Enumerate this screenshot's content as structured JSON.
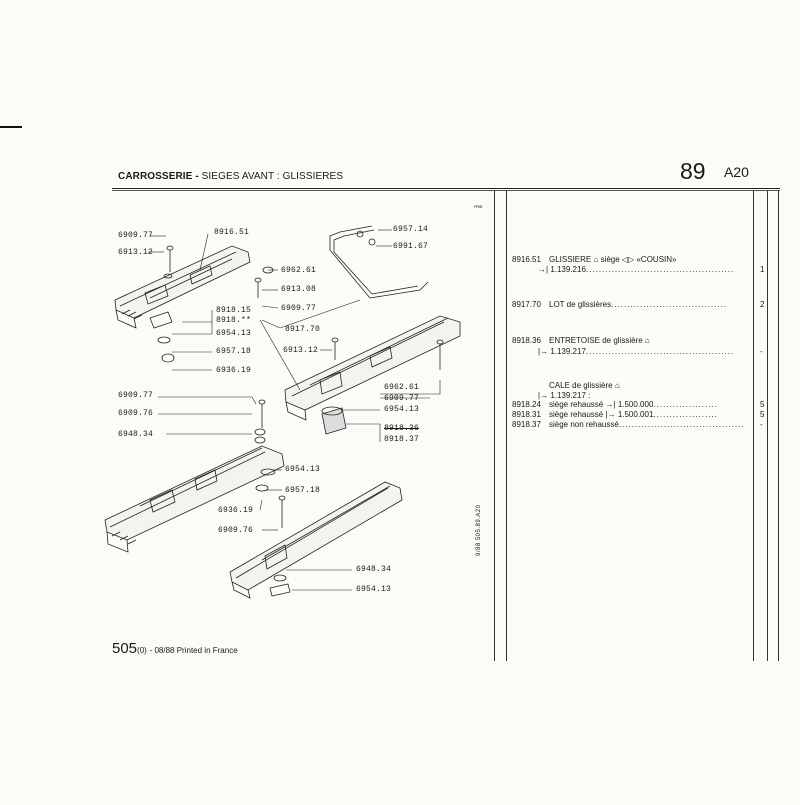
{
  "header": {
    "title_bold": "CARROSSERIE -",
    "title_rest": "SIEGES AVANT : GLISSIERES",
    "page_number": "89",
    "page_suffix": "A20"
  },
  "corner_mark": "ᴾᴾᴷᴮ",
  "side_reference": "9/88  505.89.A20",
  "callouts": {
    "c1": "6909.77",
    "c2": "6913.12",
    "c3": "8916.51",
    "c4": "6957.14",
    "c5": "6991.67",
    "c6": "6962.61",
    "c7": "6913.08",
    "c8": "6909.77",
    "c9": "8918.15",
    "c10": "8918.**",
    "c11": "6954.13",
    "c12": "8917.70",
    "c13": "6957.18",
    "c14": "6936.19",
    "c15": "6913.12",
    "c16": "6962.61",
    "c17": "6909.77",
    "c18": "6954.13",
    "c19": "6909.77",
    "c20": "6909.76",
    "c21": "6948.34",
    "c22": "8918.36",
    "c23": "8918.37",
    "c24": "6954.13",
    "c25": "6957.18",
    "c26": "6936.19",
    "c27": "6909.76",
    "c28": "6948.34",
    "c29": "6954.13"
  },
  "parts": {
    "p1_ref": "8916.51",
    "p1_desc": "GLISSIERE",
    "p1_desc2": "siège",
    "p1_desc3": "«COUSIN»",
    "p1_line2": "1.139.216",
    "p1_qty": "1",
    "p2_ref": "8917.70",
    "p2_desc": "LOT de glissières",
    "p2_qty": "2",
    "p3_ref": "8918.36",
    "p3_desc": "ENTRETOISE de glissière",
    "p3_line2": "1.139.217",
    "p3_qty": "-",
    "p4_head": "CALE de glissière",
    "p4_line2": "1.139.217 :",
    "p5_ref": "8918.24",
    "p5_desc": "siège rehaussé",
    "p5_val": "1.500.000",
    "p5_qty": "5",
    "p6_ref": "8918.31",
    "p6_desc": "siège rehaussé",
    "p6_val": "1.500.001",
    "p6_qty": "5",
    "p7_ref": "8918.37",
    "p7_desc": "siège non rehaussé",
    "p7_qty": "-"
  },
  "footer": {
    "model": "505",
    "model_suffix": "(0)",
    "rest": "- 08/88 Printed in France"
  }
}
